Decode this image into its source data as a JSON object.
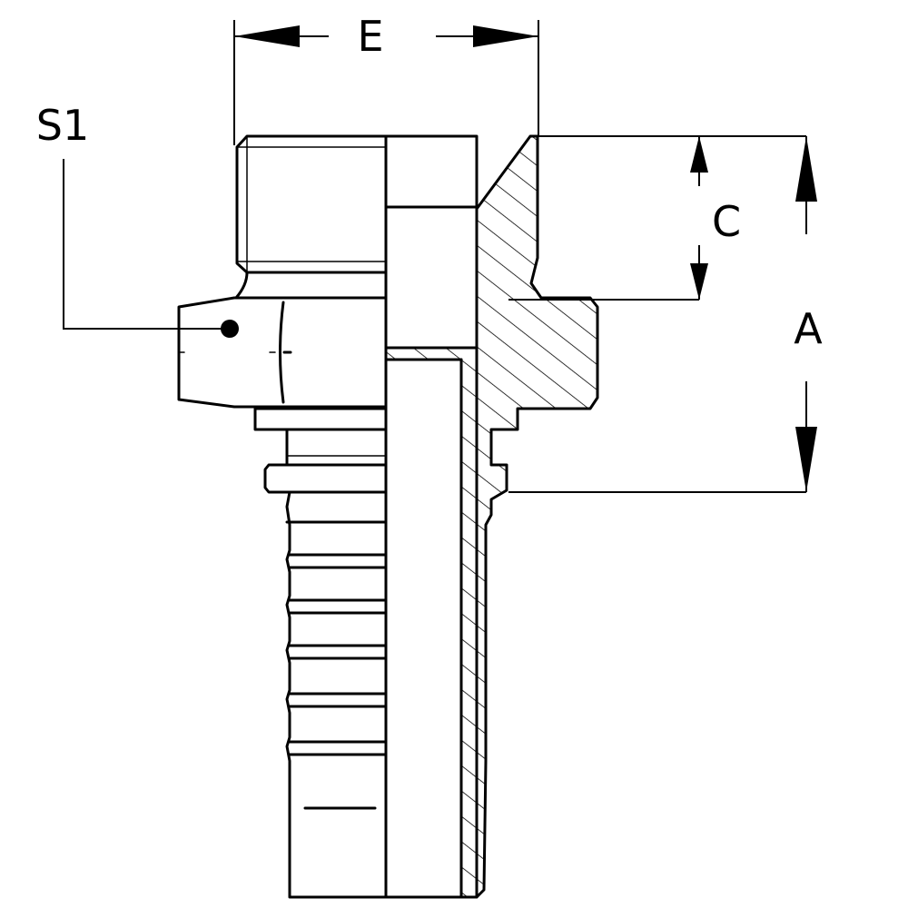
{
  "labels": {
    "E": "E",
    "S1": "S1",
    "C": "C",
    "A": "A"
  }
}
